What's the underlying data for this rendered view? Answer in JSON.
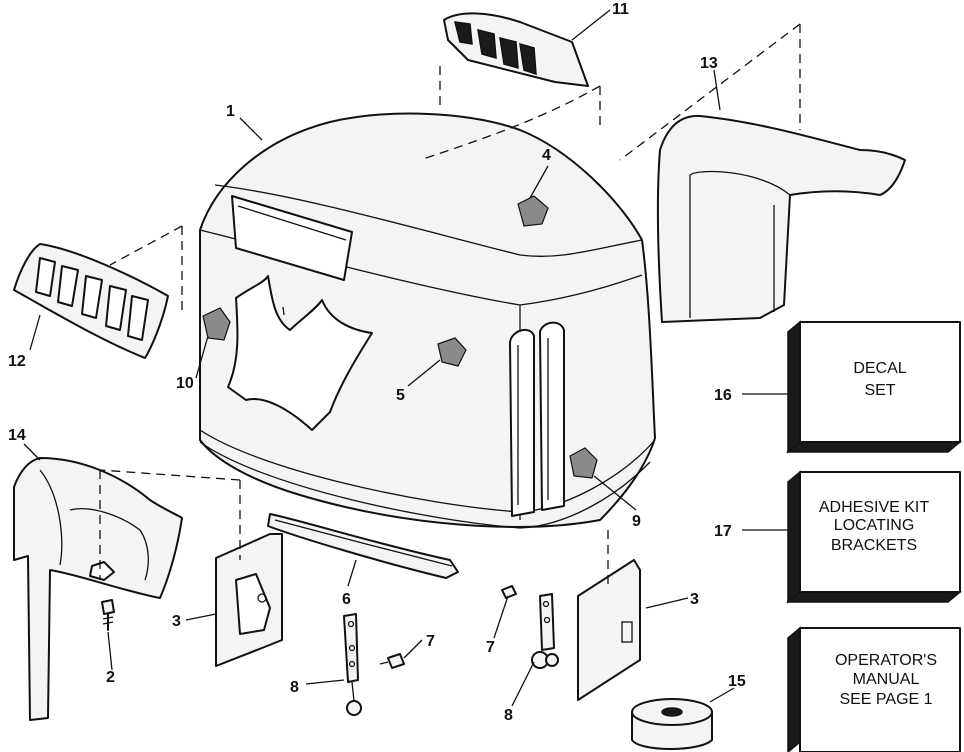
{
  "callouts": {
    "c1": "1",
    "c2": "2",
    "c3a": "3",
    "c3b": "3",
    "c4": "4",
    "c5": "5",
    "c6": "6",
    "c7a": "7",
    "c7b": "7",
    "c8a": "8",
    "c8b": "8",
    "c9": "9",
    "c10": "10",
    "c11": "11",
    "c12": "12",
    "c13": "13",
    "c14": "14",
    "c15": "15",
    "c16": "16",
    "c17": "17"
  },
  "boxes": {
    "decal": {
      "line1": "DECAL",
      "line2": "SET"
    },
    "adhesive": {
      "line1": "ADHESIVE KIT",
      "line2": "LOCATING",
      "line3": "BRACKETS"
    },
    "manual": {
      "line1": "OPERATOR'S",
      "line2": "MANUAL",
      "line3": "SEE PAGE 1"
    }
  }
}
